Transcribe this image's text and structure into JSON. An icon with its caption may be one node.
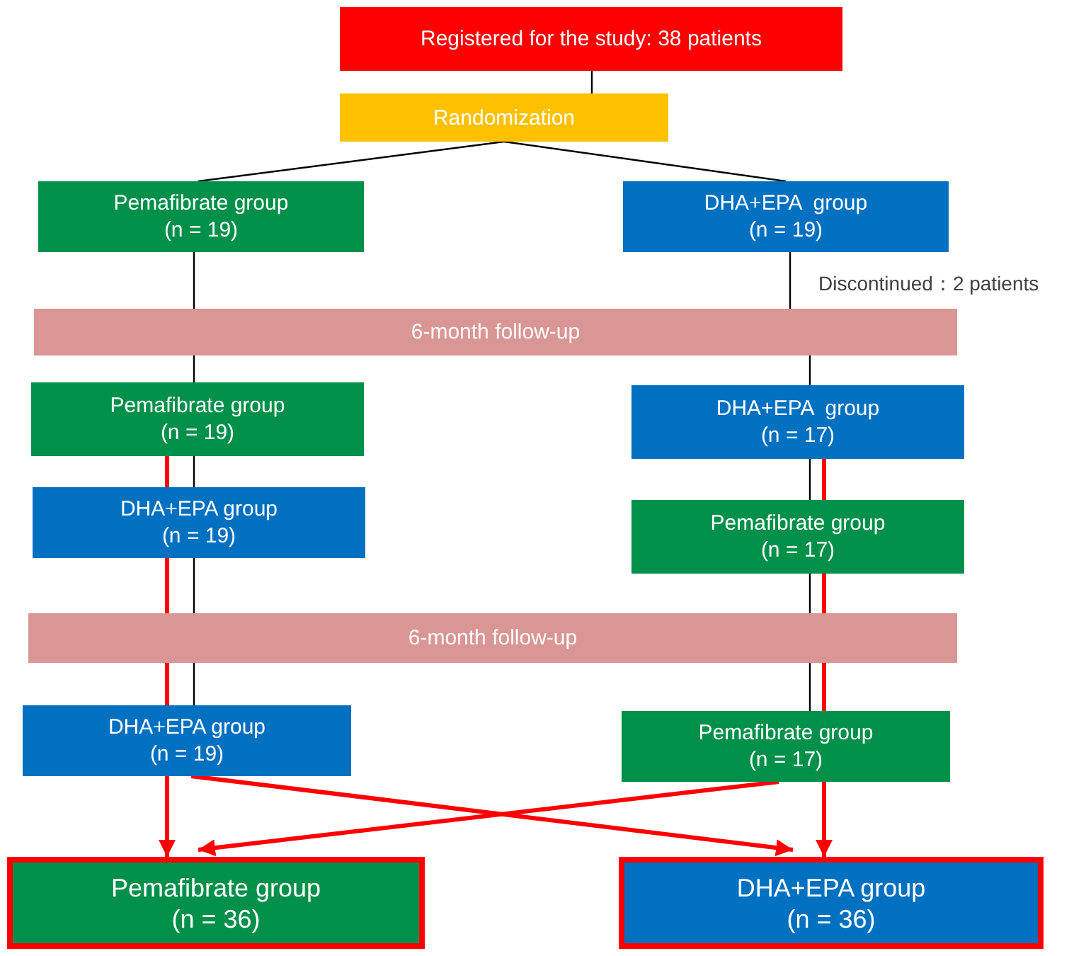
{
  "diagram": {
    "nodes": [
      {
        "text": [
          "Registered for the study: 38 patients"
        ]
      },
      {
        "text": [
          "Randomization"
        ]
      },
      {
        "text": [
          "Pemafibrate group",
          "(n = 19)"
        ]
      },
      {
        "text": [
          "DHA+EPA  group",
          "(n = 19)"
        ],
        "beside": [
          "Discontinued：2 patients"
        ]
      },
      {
        "text": [
          "6-month follow-up"
        ]
      },
      {
        "text": [
          "Pemafibrate group",
          "(n = 19)"
        ]
      },
      {
        "text": [
          "DHA+EPA  group",
          "(n = 17)"
        ]
      },
      {
        "text": [
          "DHA+EPA group",
          "(n = 19)"
        ]
      },
      {
        "text": [
          "Pemafibrate group",
          "(n = 17)"
        ]
      },
      {
        "text": [
          "6-month follow-up"
        ]
      },
      {
        "text": [
          "DHA+EPA group",
          "(n = 19)"
        ]
      },
      {
        "text": [
          "Pemafibrate group",
          "(n = 17)"
        ]
      },
      {
        "text": [
          "Pemafibrate group",
          "(n = 36)"
        ]
      },
      {
        "text": [
          "DHA+EPA group",
          "(n = 36)"
        ]
      }
    ],
    "edges": [
      {
        "from": 0,
        "to": 1,
        "arrow": "none"
      },
      {
        "from": 1,
        "to": 2,
        "arrow": "none"
      },
      {
        "from": 1,
        "to": 3,
        "arrow": "none"
      },
      {
        "from": 2,
        "to": 4,
        "arrow": "none"
      },
      {
        "from": 3,
        "to": 4,
        "arrow": "none"
      },
      {
        "from": 4,
        "to": 5,
        "arrow": "none"
      },
      {
        "from": 4,
        "to": 6,
        "arrow": "none"
      },
      {
        "from": 5,
        "to": 7,
        "arrow": "none"
      },
      {
        "from": 6,
        "to": 8,
        "arrow": "none"
      },
      {
        "from": 7,
        "to": 9,
        "arrow": "none"
      },
      {
        "from": 8,
        "to": 9,
        "arrow": "none"
      },
      {
        "from": 9,
        "to": 10,
        "arrow": "none"
      },
      {
        "from": 9,
        "to": 11,
        "arrow": "none"
      },
      {
        "from": 5,
        "to": 7,
        "arrow": "none",
        "style": "thick",
        "color": "#ff0000"
      },
      {
        "from": 7,
        "to": 9,
        "arrow": "none",
        "style": "thick",
        "color": "#ff0000"
      },
      {
        "from": 9,
        "to": 10,
        "arrow": "none",
        "style": "thick",
        "color": "#ff0000"
      },
      {
        "from": 10,
        "to": 12,
        "arrow": "to",
        "style": "thick",
        "color": "#ff0000"
      },
      {
        "from": 6,
        "to": 8,
        "arrow": "none",
        "style": "thick",
        "color": "#ff0000"
      },
      {
        "from": 8,
        "to": 9,
        "arrow": "none",
        "style": "thick",
        "color": "#ff0000"
      },
      {
        "from": 9,
        "to": 11,
        "arrow": "none",
        "style": "thick",
        "color": "#ff0000"
      },
      {
        "from": 11,
        "to": 13,
        "arrow": "to",
        "style": "thick",
        "color": "#ff0000"
      },
      {
        "from": 10,
        "to": 13,
        "arrow": "to",
        "style": "thick",
        "color": "#ff0000"
      },
      {
        "from": 11,
        "to": 12,
        "arrow": "to",
        "style": "thick",
        "color": "#ff0000"
      }
    ]
  }
}
